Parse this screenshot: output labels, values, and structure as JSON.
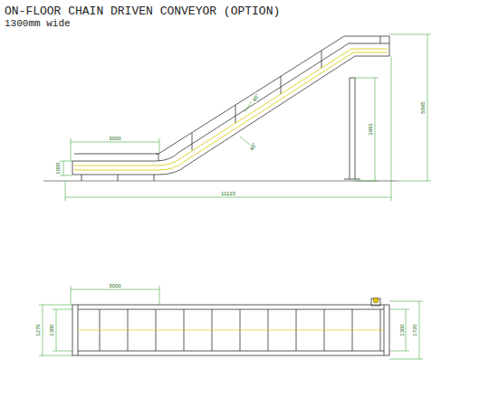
{
  "diagram": {
    "title": "ON-FLOOR CHAIN DRIVEN CONVEYOR (OPTION)",
    "labels": [
      "1300mm wide",
      "3000",
      "1000",
      "11123",
      "3993",
      "5095",
      "45°",
      "45°",
      "3000",
      "1270",
      "1300",
      "1300",
      "1720"
    ]
  }
}
